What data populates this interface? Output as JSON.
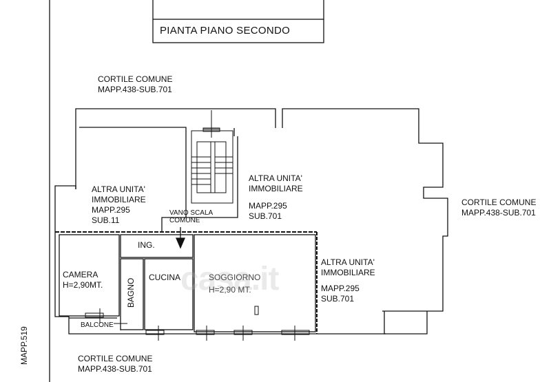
{
  "title": "PIANTA PIANO SECONDO",
  "watermark": "casa.it",
  "courtyard_top": {
    "name": "CORTILE COMUNE",
    "ref": "MAPP.438-SUB.701"
  },
  "courtyard_right": {
    "name": "CORTILE COMUNE",
    "ref": "MAPP.438-SUB.701"
  },
  "courtyard_bottom": {
    "name": "CORTILE COMUNE",
    "ref": "MAPP.438-SUB.701"
  },
  "side_ref": "MAPP.519",
  "other_unit_left": {
    "line1": "ALTRA UNITA'",
    "line2": "IMMOBILIARE",
    "mapp": "MAPP.295",
    "sub": "SUB.11"
  },
  "other_unit_center": {
    "line1": "ALTRA UNITA'",
    "line2": "IMMOBILIARE",
    "mapp": "MAPP.295",
    "sub": "SUB.701"
  },
  "other_unit_right": {
    "line1": "ALTRA UNITA'",
    "line2": "IMMOBILIARE",
    "mapp": "MAPP.295",
    "sub": "SUB.701"
  },
  "stair": {
    "line1": "VANO SCALA",
    "line2": "COMUNE"
  },
  "rooms": {
    "entrance": "ING.",
    "bedroom": {
      "name": "CAMERA",
      "height": "H=2,90MT."
    },
    "bathroom": "BAGNO",
    "kitchen": "CUCINA",
    "living": {
      "name": "SOGGIORNO",
      "height": "H=2,90 MT."
    },
    "balcony": "BALCONE"
  }
}
